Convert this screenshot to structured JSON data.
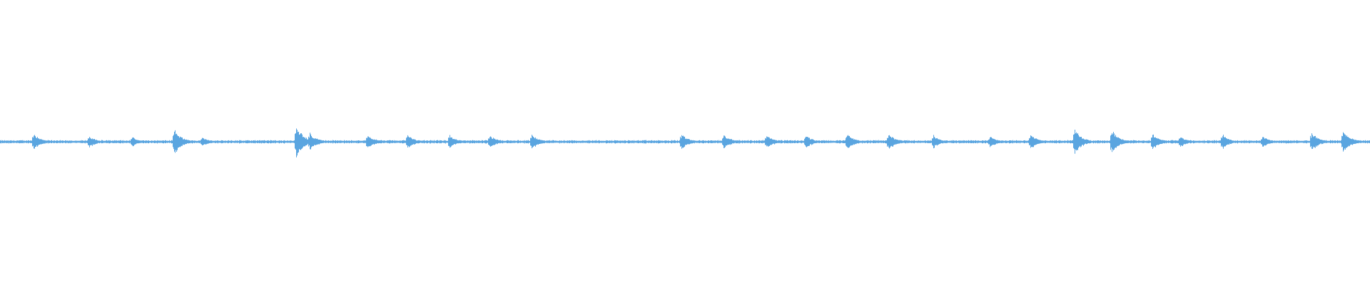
{
  "waveform": {
    "color": "#5aa5e0",
    "transient_positions": [
      0.024,
      0.065,
      0.096,
      0.127,
      0.147,
      0.216,
      0.226,
      0.268,
      0.297,
      0.328,
      0.357,
      0.388,
      0.497,
      0.528,
      0.559,
      0.588,
      0.618,
      0.648,
      0.681,
      0.722,
      0.752,
      0.784,
      0.811,
      0.841,
      0.861,
      0.892,
      0.921,
      0.957,
      0.98
    ],
    "transient_strengths": [
      0.55,
      0.35,
      0.3,
      0.8,
      0.3,
      1.0,
      0.55,
      0.45,
      0.45,
      0.4,
      0.4,
      0.45,
      0.5,
      0.45,
      0.45,
      0.4,
      0.5,
      0.55,
      0.4,
      0.35,
      0.45,
      0.8,
      0.75,
      0.5,
      0.35,
      0.45,
      0.35,
      0.6,
      0.7
    ],
    "base_amplitude": 0.07
  }
}
